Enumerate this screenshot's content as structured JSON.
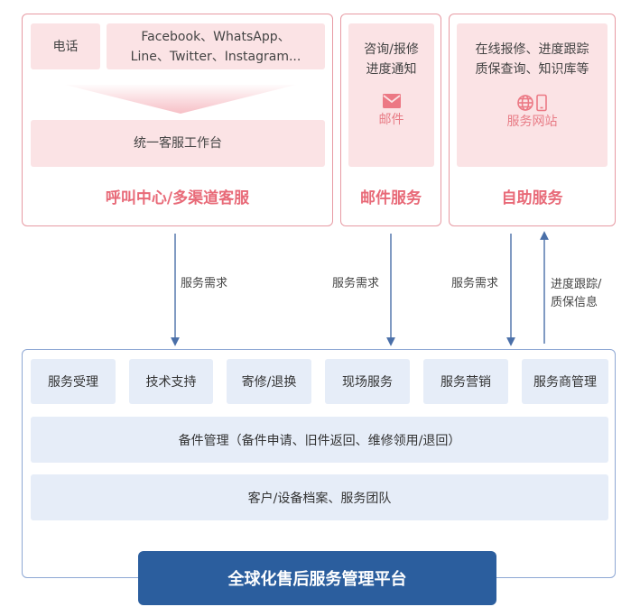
{
  "call_center": {
    "phone": "电话",
    "channels_line1": "Facebook、WhatsApp、",
    "channels_line2": "Line、Twitter、Instagram...",
    "unified_workbench": "统一客服工作台",
    "title": "呼叫中心/多渠道客服"
  },
  "email_service": {
    "line1": "咨询/报修",
    "line2": "进度通知",
    "icon_label": "邮件",
    "title": "邮件服务"
  },
  "self_service": {
    "line1": "在线报修、进度跟踪",
    "line2": "质保查询、知识库等",
    "icon_label": "服务网站",
    "title": "自助服务"
  },
  "arrows": {
    "service_demand": "服务需求",
    "feedback_line1": "进度跟踪/",
    "feedback_line2": "质保信息"
  },
  "platform": {
    "modules": [
      "服务受理",
      "技术支持",
      "寄修/退换",
      "现场服务",
      "服务营销",
      "服务商管理"
    ],
    "spare_parts": "备件管理（备件申请、旧件返回、维修领用/退回）",
    "archives": "客户/设备档案、服务团队",
    "title": "全球化售后服务管理平台"
  },
  "colors": {
    "pink_border": "#e79aa3",
    "pink_fill": "#fbe3e5",
    "pink_title": "#e86a78",
    "blue_border": "#8ea8d4",
    "blue_fill": "#e6edf8",
    "banner": "#2b5e9e",
    "arrow": "#4a6fa8"
  }
}
